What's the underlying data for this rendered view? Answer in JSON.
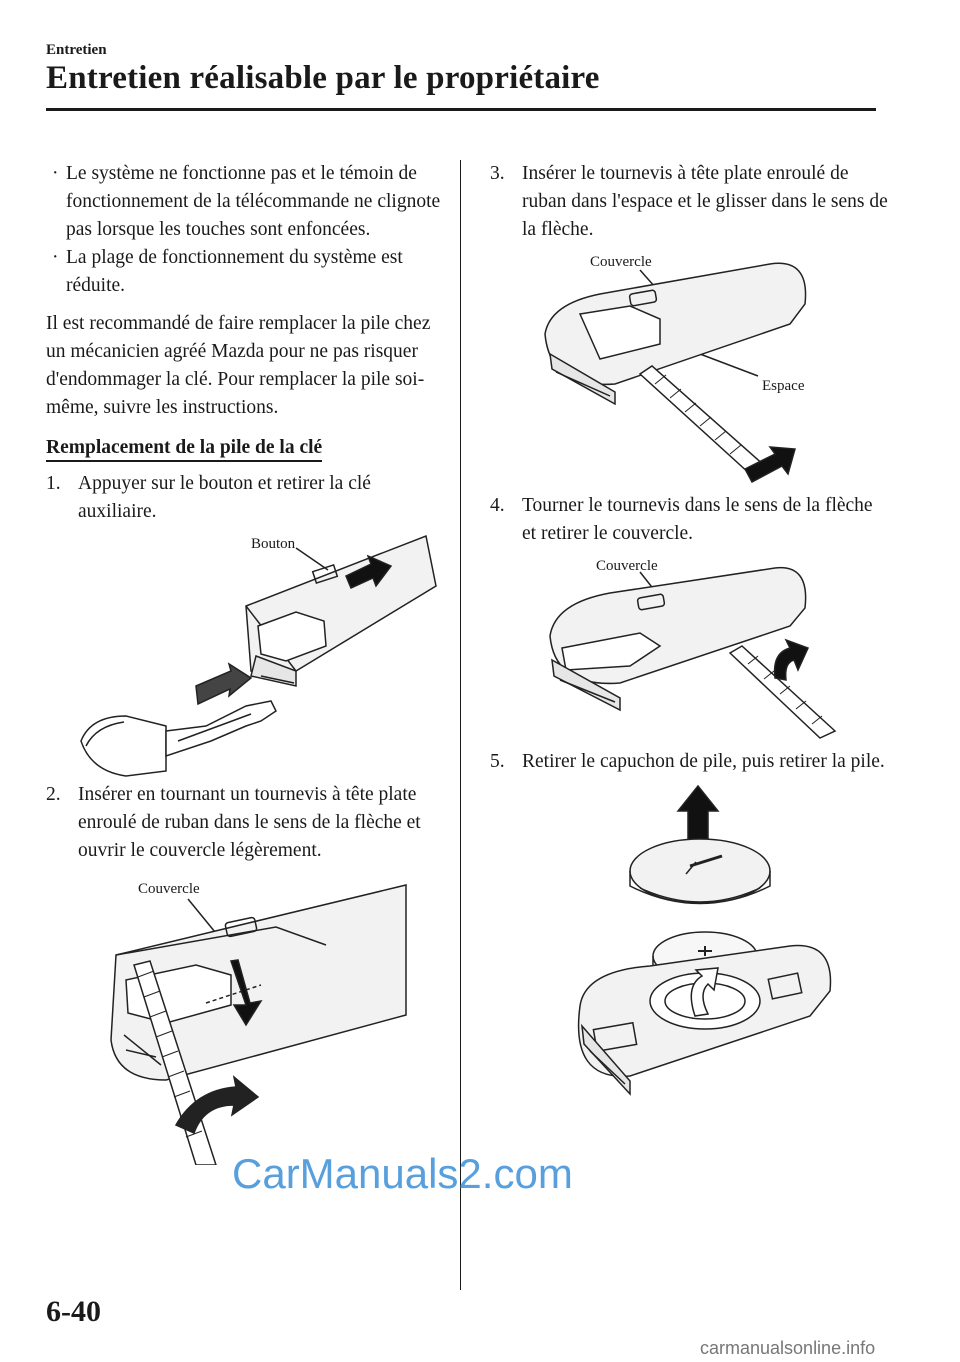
{
  "header": {
    "section": "Entretien",
    "title": "Entretien réalisable par le propriétaire"
  },
  "left": {
    "bullets": [
      "Le système ne fonctionne pas et le témoin de fonctionnement de la télécommande ne clignote pas lorsque les touches sont enfoncées.",
      "La plage de fonctionnement du système est réduite."
    ],
    "paragraph": "Il est recommandé de faire remplacer la pile chez un mécanicien agréé Mazda pour ne pas risquer d'endommager la clé. Pour remplacer la pile soi-même, suivre les instructions.",
    "subheading": "Remplacement de la pile de la clé",
    "step1": {
      "num": "1.",
      "text": "Appuyer sur le bouton et retirer la clé auxiliaire.",
      "callout": "Bouton"
    },
    "step2": {
      "num": "2.",
      "text": "Insérer en tournant un tournevis à tête plate enroulé de ruban dans le sens de la flèche et ouvrir le couvercle légèrement.",
      "callout": "Couvercle"
    }
  },
  "right": {
    "step3": {
      "num": "3.",
      "text": "Insérer le tournevis à tête plate enroulé de ruban dans l'espace et le glisser dans le sens de la flèche.",
      "callout1": "Couvercle",
      "callout2": "Espace"
    },
    "step4": {
      "num": "4.",
      "text": "Tourner le tournevis dans le sens de la flèche et retirer le couvercle.",
      "callout": "Couvercle"
    },
    "step5": {
      "num": "5.",
      "text": "Retirer le capuchon de pile, puis retirer la pile."
    }
  },
  "footer": {
    "page_number": "6-40",
    "watermark": "CarManuals2.com",
    "site": "carmanualsonline.info"
  }
}
